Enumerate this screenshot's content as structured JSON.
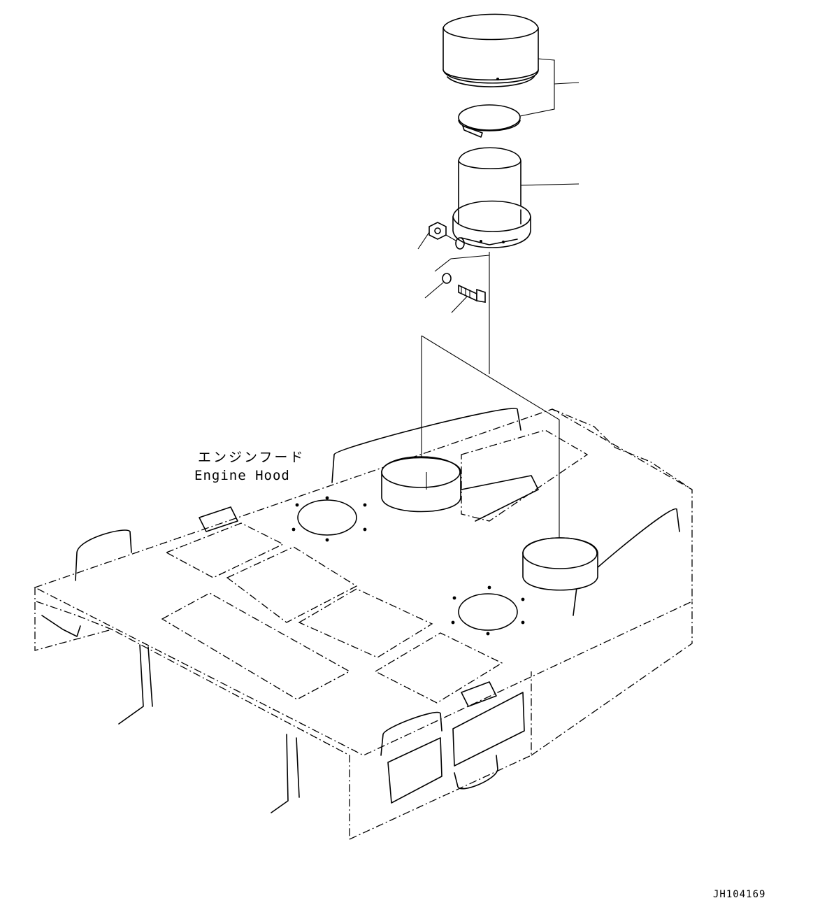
{
  "labels": {
    "engine_hood_jp": "エンジンフード",
    "engine_hood_en": "Engine Hood"
  },
  "drawing_number": "JH104169"
}
